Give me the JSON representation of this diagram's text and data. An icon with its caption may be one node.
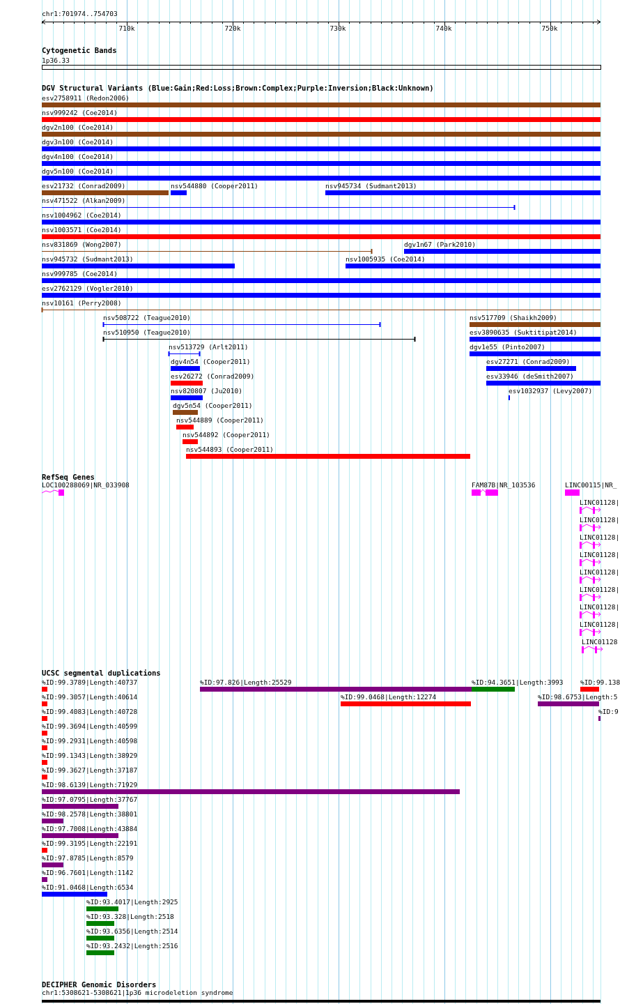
{
  "diagram": {
    "nodes": [
      {
        "text": [
          "1p36.33"
        ]
      },
      {
        "text": [
          "esv2758911 (Redon2006)"
        ]
      },
      {
        "text": [
          "nsv999242 (Coe2014)"
        ]
      },
      {
        "text": [
          "dgv2n100 (Coe2014)"
        ]
      },
      {
        "text": [
          "dgv3n100 (Coe2014)"
        ]
      },
      {
        "text": [
          "dgv4n100 (Coe2014)"
        ]
      },
      {
        "text": [
          "dgv5n100 (Coe2014)"
        ]
      },
      {
        "text": [
          "esv21732 (Conrad2009)"
        ]
      },
      {
        "text": [
          "nsv544880 (Cooper2011)"
        ]
      },
      {
        "text": [
          "nsv945734 (Sudmant2013)"
        ]
      },
      {
        "text": [
          "nsv471522 (Alkan2009)"
        ]
      },
      {
        "text": [
          "nsv1004962 (Coe2014)"
        ]
      },
      {
        "text": [
          "nsv1003571 (Coe2014)"
        ]
      },
      {
        "text": [
          "nsv831869 (Wong2007)"
        ]
      },
      {
        "text": [
          "dgv1n67 (Park2010)"
        ]
      },
      {
        "text": [
          "nsv945732 (Sudmant2013)"
        ]
      },
      {
        "text": [
          "nsv1005935 (Coe2014)"
        ]
      },
      {
        "text": [
          "nsv999785 (Coe2014)"
        ]
      },
      {
        "text": [
          "esv2762129 (Vogler2010)"
        ]
      },
      {
        "text": [
          "nsv10161 (Perry2008)"
        ]
      },
      {
        "text": [
          "nsv508722 (Teague2010)"
        ]
      },
      {
        "text": [
          "nsv517709 (Shaikh2009)"
        ]
      },
      {
        "text": [
          "nsv510950 (Teague2010)"
        ]
      },
      {
        "text": [
          "esv3890635 (Suktitipat2014)"
        ]
      },
      {
        "text": [
          "nsv513729 (Arlt2011)"
        ]
      },
      {
        "text": [
          "dgv1e55 (Pinto2007)"
        ]
      },
      {
        "text": [
          "dgv4n54 (Cooper2011)"
        ]
      },
      {
        "text": [
          "esv27271 (Conrad2009)"
        ]
      },
      {
        "text": [
          "esv26272 (Conrad2009)"
        ]
      },
      {
        "text": [
          "esv33946 (deSmith2007)"
        ]
      },
      {
        "text": [
          "nsv820807 (Ju2010)"
        ]
      },
      {
        "text": [
          "esv1032937 (Levy2007)"
        ]
      },
      {
        "text": [
          "dgv5n54 (Cooper2011)"
        ]
      },
      {
        "text": [
          "nsv544889 (Cooper2011)"
        ]
      },
      {
        "text": [
          "nsv544892 (Cooper2011)"
        ]
      },
      {
        "text": [
          "nsv544893 (Cooper2011)"
        ]
      },
      {
        "text": [
          "LOC100288069|NR_033908"
        ]
      },
      {
        "text": [
          "FAM87B|NR_103536"
        ]
      },
      {
        "text": [
          "LINC00115|NR_"
        ]
      },
      {
        "text": [
          "LINC01128|"
        ]
      },
      {
        "text": [
          "LINC01128|"
        ]
      },
      {
        "text": [
          "LINC01128|"
        ]
      },
      {
        "text": [
          "LINC01128|"
        ]
      },
      {
        "text": [
          "LINC01128|"
        ]
      },
      {
        "text": [
          "LINC01128|"
        ]
      },
      {
        "text": [
          "LINC01128|"
        ]
      },
      {
        "text": [
          "LINC01128|"
        ]
      },
      {
        "text": [
          "LINC01128"
        ]
      },
      {
        "text": [
          "%ID:99.3789|Length:40737"
        ]
      },
      {
        "text": [
          "%ID:97.826|Length:25529"
        ]
      },
      {
        "text": [
          "%ID:94.3651|Length:3993"
        ]
      },
      {
        "text": [
          "%ID:99.138"
        ]
      },
      {
        "text": [
          "%ID:99.3057|Length:40614"
        ]
      },
      {
        "text": [
          "%ID:99.0468|Length:12274"
        ]
      },
      {
        "text": [
          "%ID:98.6753|Length:5"
        ]
      },
      {
        "text": [
          "%ID:99.4083|Length:40728"
        ]
      },
      {
        "text": [
          "%ID:9"
        ]
      },
      {
        "text": [
          "%ID:99.3694|Length:40599"
        ]
      },
      {
        "text": [
          "%ID:99.2931|Length:40598"
        ]
      },
      {
        "text": [
          "%ID:99.1343|Length:38929"
        ]
      },
      {
        "text": [
          "%ID:99.3627|Length:37187"
        ]
      },
      {
        "text": [
          "%ID:98.6139|Length:71929"
        ]
      },
      {
        "text": [
          "%ID:97.0795|Length:37767"
        ]
      },
      {
        "text": [
          "%ID:98.2578|Length:38801"
        ]
      },
      {
        "text": [
          "%ID:97.7008|Length:43884"
        ]
      },
      {
        "text": [
          "%ID:99.3195|Length:22191"
        ]
      },
      {
        "text": [
          "%ID:97.8785|Length:8579"
        ]
      },
      {
        "text": [
          "%ID:96.7601|Length:1142"
        ]
      },
      {
        "text": [
          "%ID:91.0468|Length:6534"
        ]
      },
      {
        "text": [
          "%ID:93.4017|Length:2925"
        ]
      },
      {
        "text": [
          "%ID:93.328|Length:2518"
        ]
      },
      {
        "text": [
          "%ID:93.6356|Length:2514"
        ]
      },
      {
        "text": [
          "%ID:93.2432|Length:2516"
        ]
      },
      {
        "text": [
          "chr1:5308621-5308621|1p36 microdeletion syndrome"
        ]
      }
    ],
    "labels": [
      "chr1:701974..754703",
      "710k",
      "720k",
      "730k",
      "740k",
      "750k",
      "Cytogenetic Bands",
      "DGV Structural Variants (Blue:Gain;Red:Loss;Brown:Complex;Purple:Inversion;Black:Unknown)",
      "RefSeq Genes",
      "UCSC segmental duplications",
      "DECIPHER Genomic Disorders"
    ]
  }
}
